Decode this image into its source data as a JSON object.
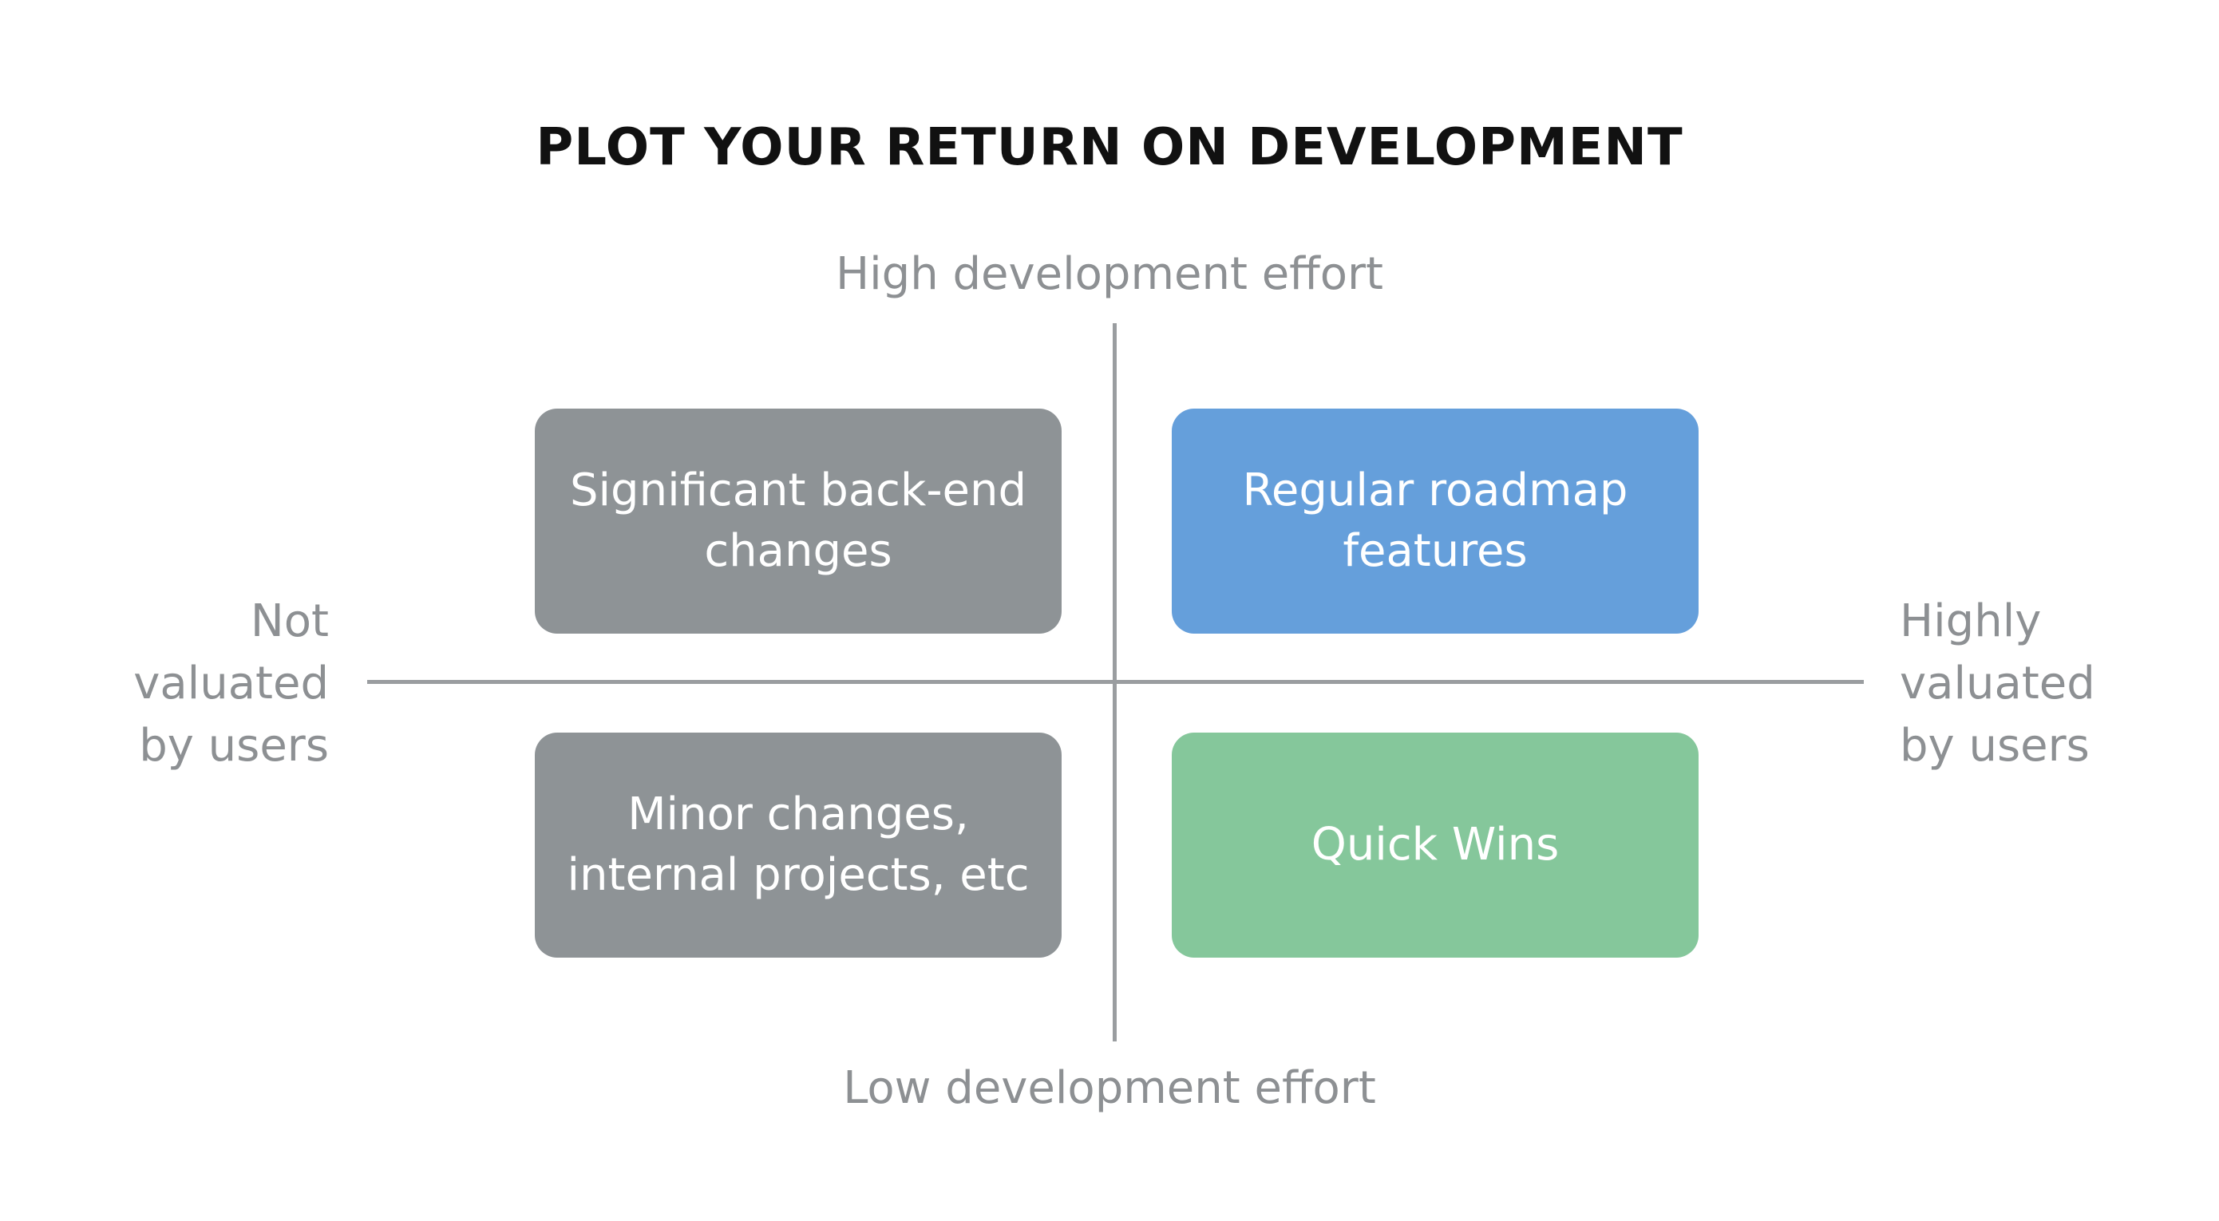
{
  "title": "PLOT YOUR RETURN ON DEVELOPMENT",
  "axes": {
    "top": "High development effort",
    "bottom": "Low development effort",
    "left": [
      "Not",
      "valuated",
      "by users"
    ],
    "right": [
      "Highly",
      "valuated",
      "by users"
    ]
  },
  "quadrants": {
    "top_left": {
      "lines": [
        "Significant back-end",
        "changes"
      ],
      "color": "#8e9396"
    },
    "top_right": {
      "lines": [
        "Regular roadmap",
        "features"
      ],
      "color": "#659fdb"
    },
    "bottom_left": {
      "lines": [
        "Minor changes,",
        "internal projects, etc"
      ],
      "color": "#8e9396"
    },
    "bottom_right": {
      "lines": [
        "Quick Wins"
      ],
      "color": "#85c79b"
    }
  },
  "colors": {
    "axis_text": "#8d9093",
    "axis_line": "#9a9da0",
    "title_text": "#111111"
  }
}
